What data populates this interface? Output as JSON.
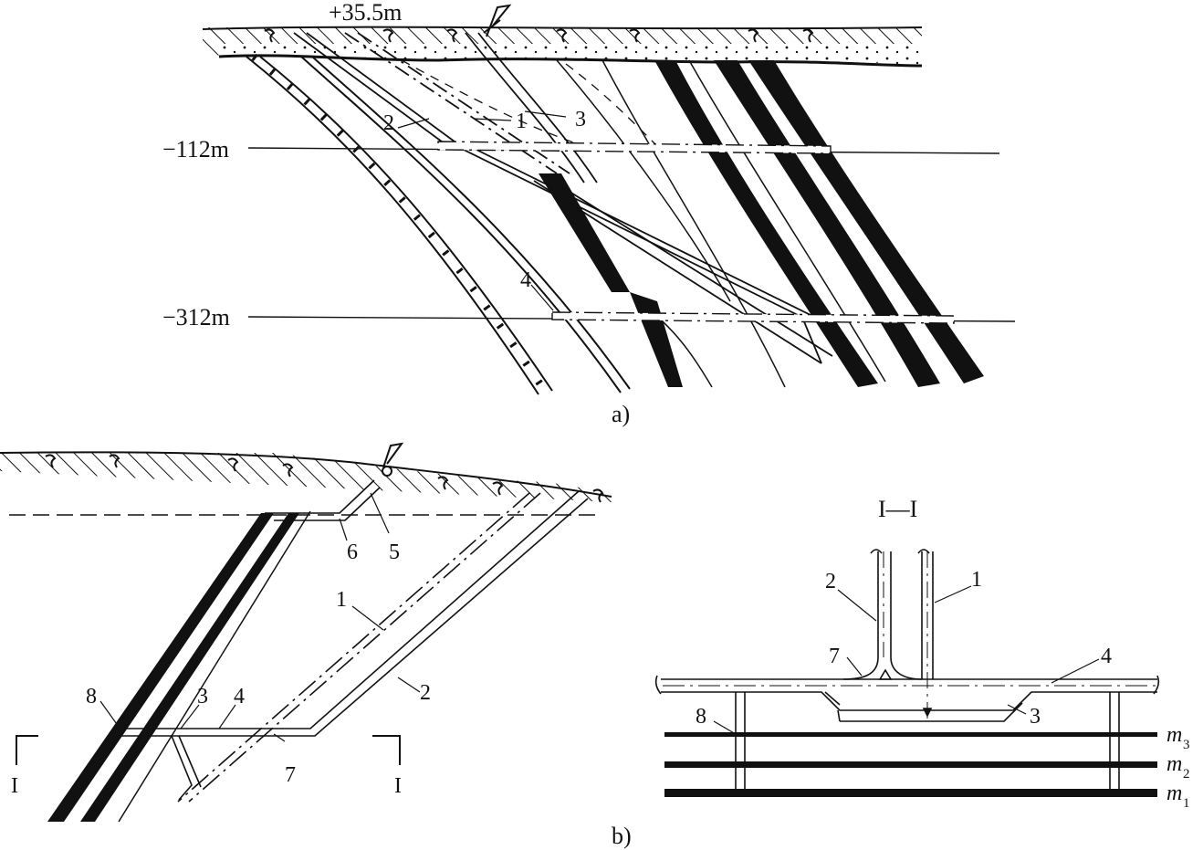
{
  "figure_a": {
    "caption": "a)",
    "elevation_top": "+35.5m",
    "level_1": "−112m",
    "level_2": "−312m",
    "callouts": [
      "2",
      "1",
      "3",
      "4"
    ]
  },
  "figure_b": {
    "caption": "b)",
    "callouts": [
      "8",
      "3",
      "4",
      "6",
      "5",
      "1",
      "2",
      "7"
    ],
    "section_marks": [
      "I",
      "I"
    ]
  },
  "section_view": {
    "title": "I—I",
    "callouts": [
      "2",
      "1",
      "7",
      "4",
      "8",
      "3"
    ],
    "seams": [
      {
        "sym": "m",
        "sub": "3"
      },
      {
        "sym": "m",
        "sub": "2"
      },
      {
        "sym": "m",
        "sub": "1"
      }
    ]
  },
  "colors": {
    "ink": "#111111",
    "background": "#ffffff"
  }
}
